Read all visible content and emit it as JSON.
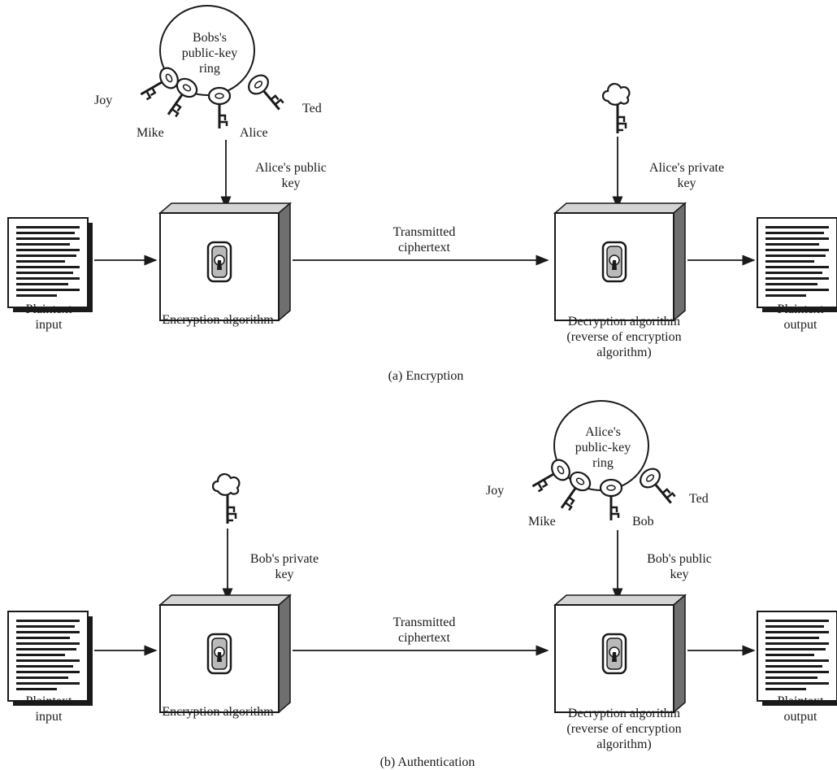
{
  "colors": {
    "ink": "#1a1a1a",
    "box_side": "#6f6f6f",
    "box_top": "#cfcfcf",
    "lock_fill": "#b9b9b9"
  },
  "panel_a": {
    "caption": "(a) Encryption",
    "key_ring": {
      "title_lines": [
        "Bobs's",
        "public-key",
        "ring"
      ],
      "keys": [
        "Joy",
        "Mike",
        "Alice",
        "Ted"
      ]
    },
    "enc_key_label": [
      "Alice's public",
      "key"
    ],
    "dec_key_label": [
      "Alice's private",
      "key"
    ],
    "input_label": [
      "Plaintext",
      "input"
    ],
    "enc_label": "Encryption algorithm",
    "transmit_label": [
      "Transmitted",
      "ciphertext"
    ],
    "dec_label": [
      "Decryption algorithm",
      "(reverse of encryption",
      "algorithm)"
    ],
    "output_label": [
      "Plaintext",
      "output"
    ],
    "icons": [
      "document-icon",
      "key-ring-icon",
      "private-key-icon",
      "lock-box-icon"
    ]
  },
  "panel_b": {
    "caption": "(b) Authentication",
    "key_ring": {
      "title_lines": [
        "Alice's",
        "public-key",
        "ring"
      ],
      "keys": [
        "Joy",
        "Mike",
        "Bob",
        "Ted"
      ]
    },
    "enc_key_label": [
      "Bob's private",
      "key"
    ],
    "dec_key_label": [
      "Bob's public",
      "key"
    ],
    "input_label": [
      "Plaintext",
      "input"
    ],
    "enc_label": "Encryption algorithm",
    "transmit_label": [
      "Transmitted",
      "ciphertext"
    ],
    "dec_label": [
      "Decryption algorithm",
      "(reverse of encryption",
      "algorithm)"
    ],
    "output_label": [
      "Plaintext",
      "output"
    ],
    "icons": [
      "document-icon",
      "key-ring-icon",
      "private-key-icon",
      "lock-box-icon"
    ]
  }
}
